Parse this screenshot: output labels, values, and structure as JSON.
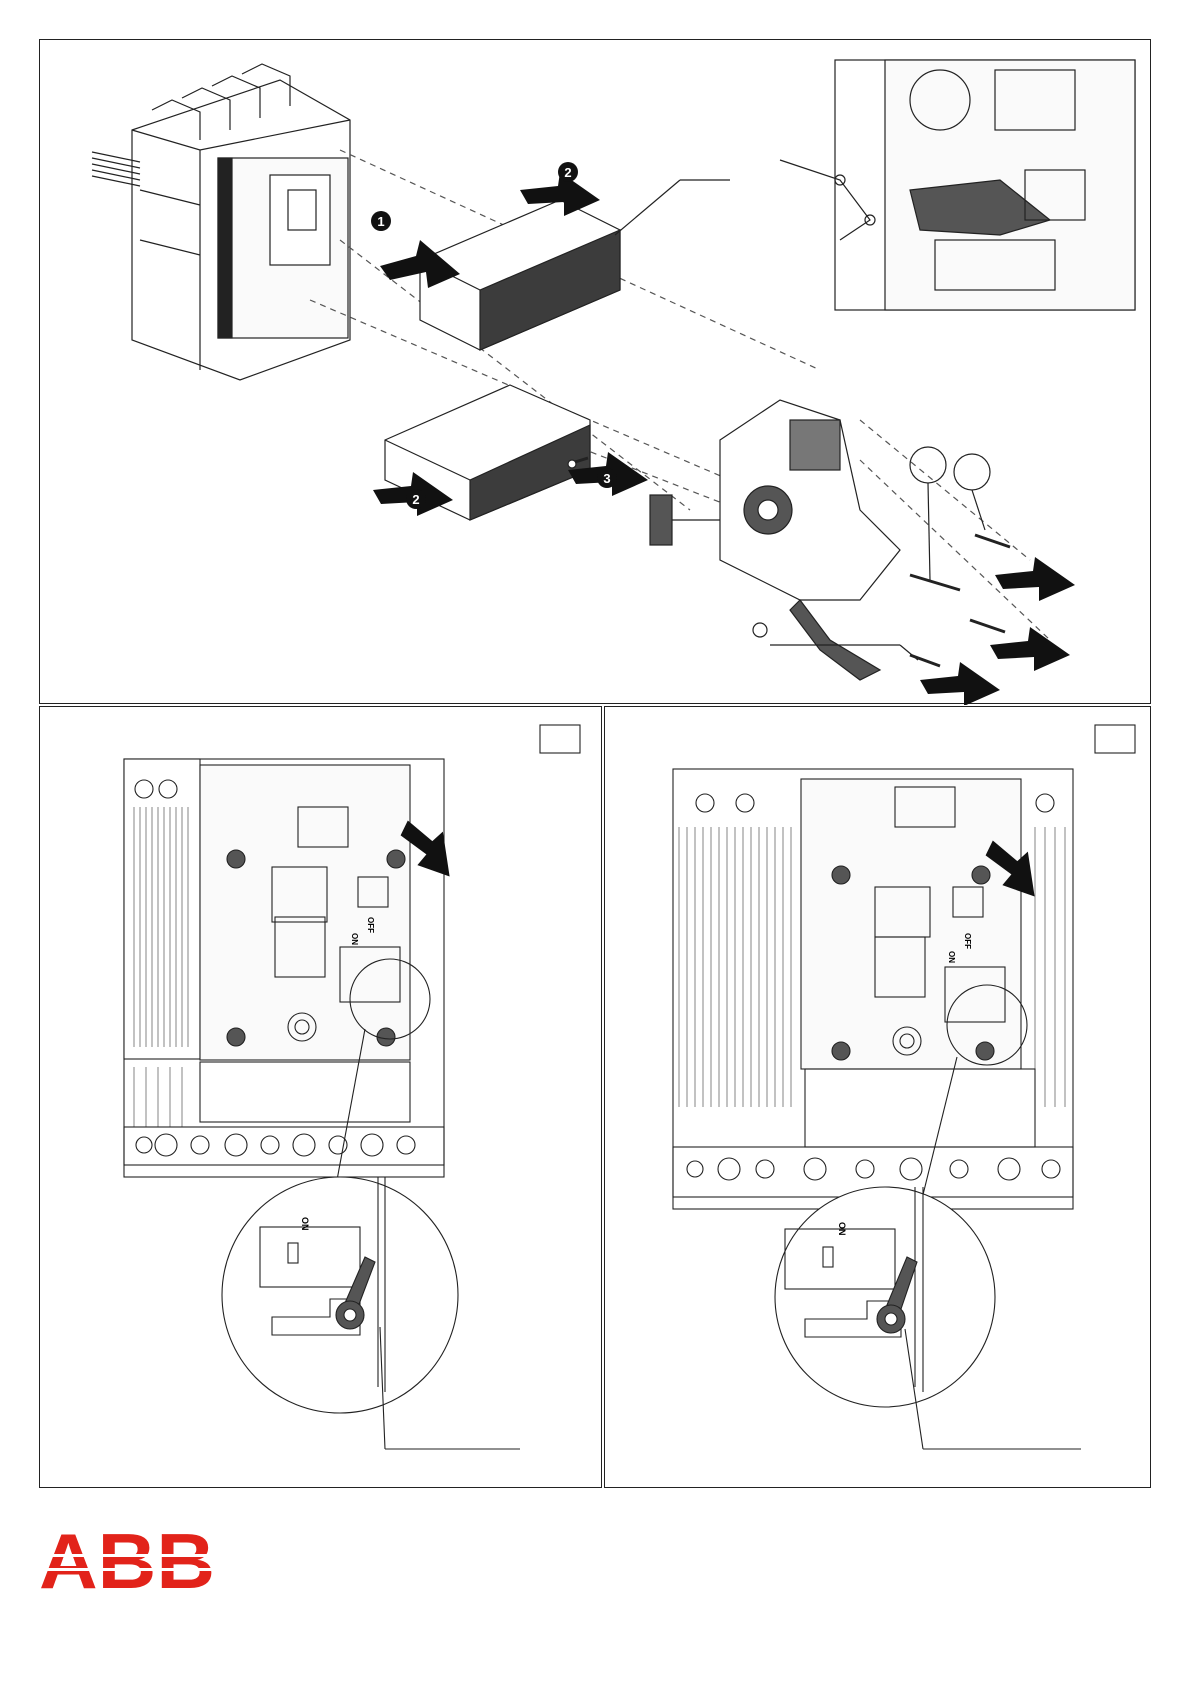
{
  "steps": {
    "step1": "1",
    "step2": "2",
    "step3": "3"
  },
  "labels": {
    "on": "ON",
    "off": "OFF"
  },
  "brand": {
    "logo_text": "ABB",
    "logo_color": "#e2231a"
  },
  "colors": {
    "line": "#222222",
    "part_dark": "#444444",
    "part_fill": "#6a6a6a",
    "arrow": "#111111"
  }
}
